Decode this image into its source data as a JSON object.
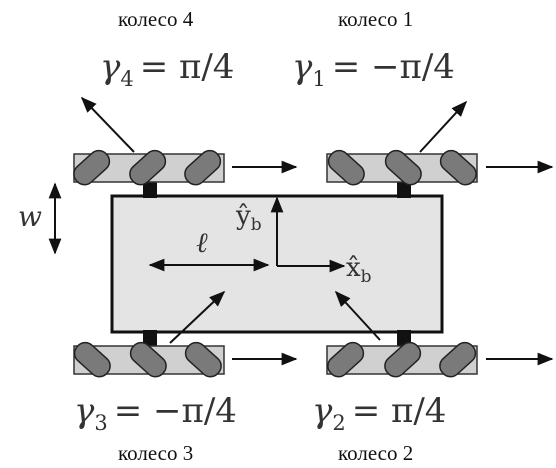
{
  "wheels": {
    "w1": {
      "name": "колесо 1",
      "gamma": "γ",
      "sub": "1",
      "value": "= −π/4"
    },
    "w2": {
      "name": "колесо 2",
      "gamma": "γ",
      "sub": "2",
      "value": "= π/4"
    },
    "w3": {
      "name": "колесо 3",
      "gamma": "γ",
      "sub": "3",
      "value": "= −π/4"
    },
    "w4": {
      "name": "колесо 4",
      "gamma": "γ",
      "sub": "4",
      "value": "= π/4"
    }
  },
  "dims": {
    "width_symbol": "w",
    "length_symbol": "ℓ"
  },
  "frame": {
    "y_axis": "ŷ",
    "y_sub": "b",
    "x_axis": "x̂",
    "x_sub": "b"
  }
}
